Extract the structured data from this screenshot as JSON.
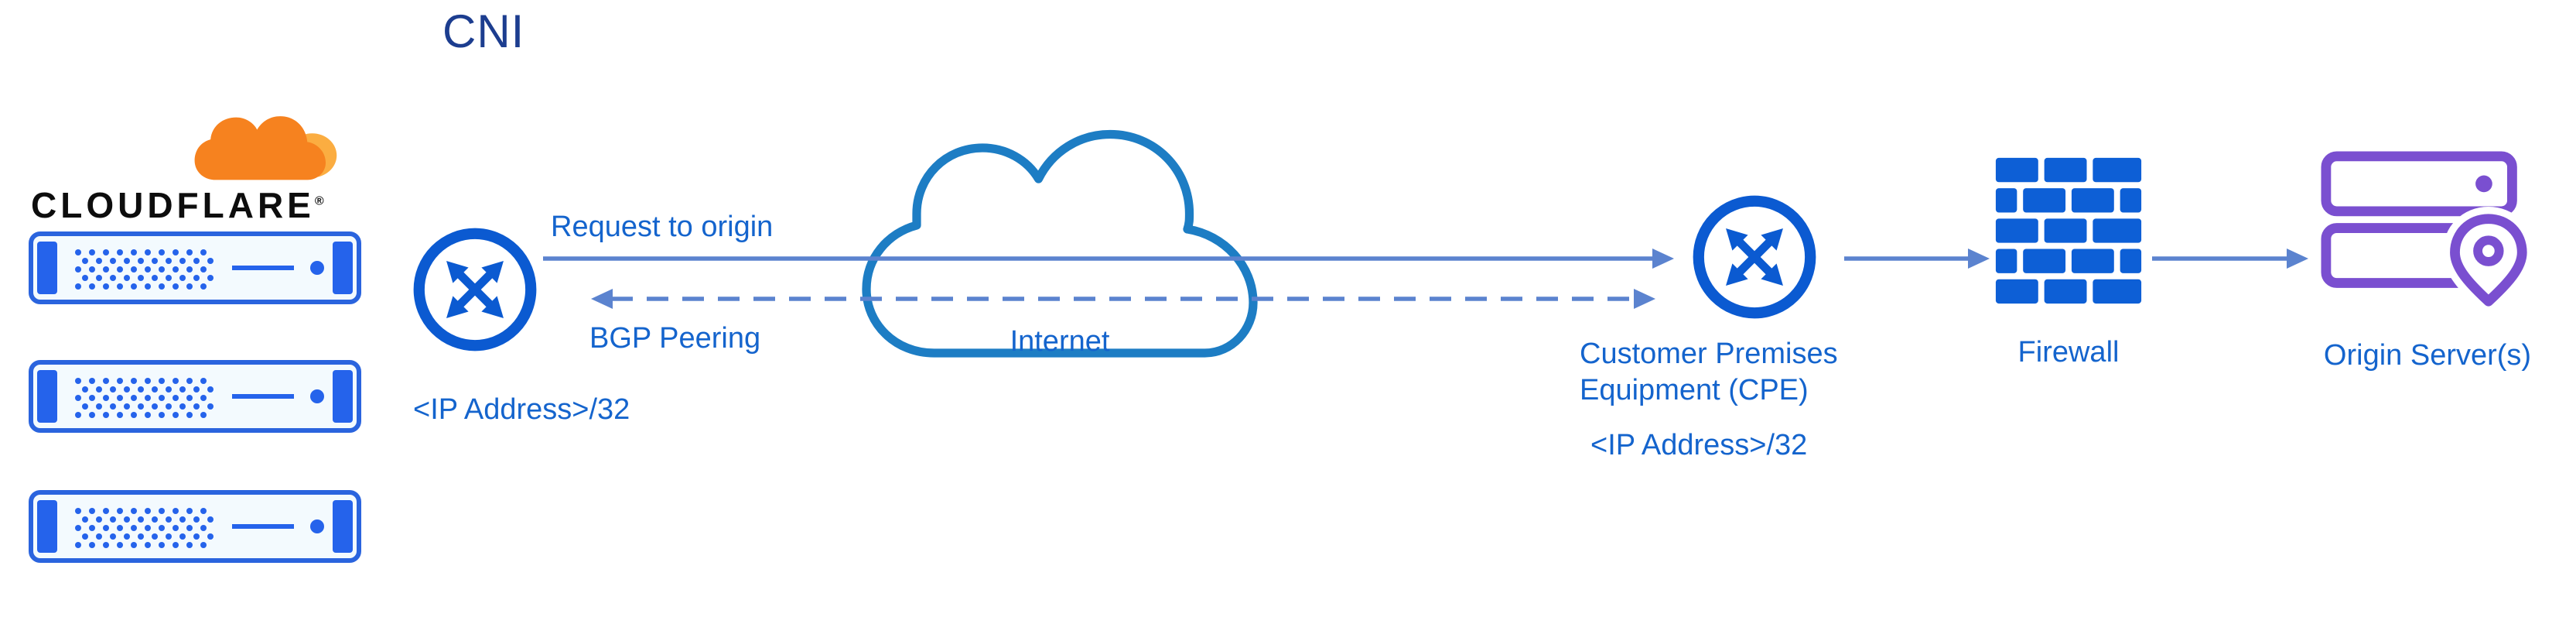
{
  "title": "CNI",
  "colors": {
    "title_blue": "#1c3d8f",
    "label_blue": "#1464cd",
    "icon_blue": "#0b5ad1",
    "server_blue": "#2563eb",
    "arrow_blue": "#5b83cf",
    "cloud_outline_blue": "#1d7dc4",
    "origin_purple": "#7a4fd0",
    "cloudflare_orange": "#f6821f",
    "cloudflare_light_orange": "#fbad41"
  },
  "cloudflare": {
    "brand": "CLOUDFLARE",
    "registered_mark": "®",
    "server_count": 3
  },
  "nodes": {
    "edge_router": {
      "ip_label": "<IP Address>/32"
    },
    "internet": {
      "label": "Internet"
    },
    "cpe": {
      "label_line1": "Customer Premises",
      "label_line2": "Equipment (CPE)",
      "ip_label": "<IP Address>/32"
    },
    "firewall": {
      "label": "Firewall"
    },
    "origin": {
      "label": "Origin Server(s)"
    }
  },
  "edges": {
    "request_to_origin": {
      "label": "Request to origin",
      "style": "solid",
      "direction": "right"
    },
    "bgp_peering": {
      "label": "BGP Peering",
      "style": "dashed",
      "direction": "both"
    }
  }
}
